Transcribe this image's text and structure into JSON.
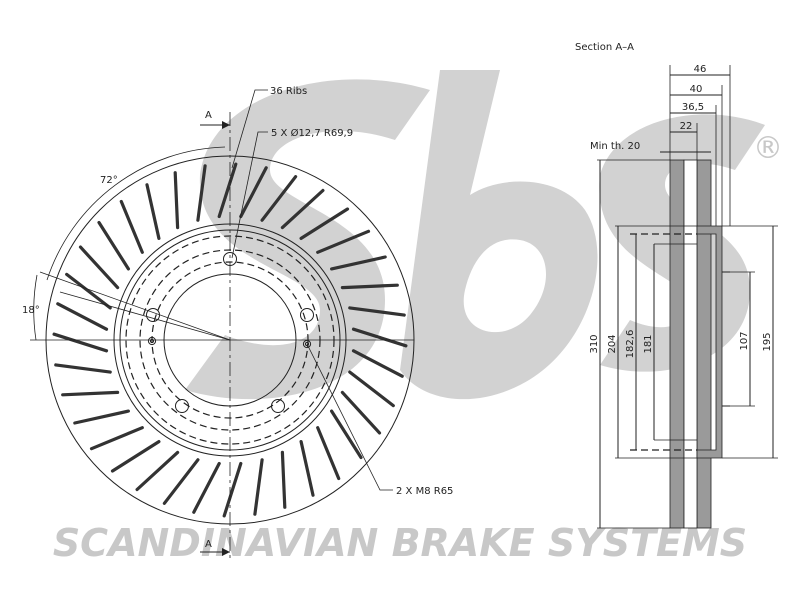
{
  "watermark": {
    "brand_text": "SCANDINAVIAN BRAKE SYSTEMS",
    "registered_mark": "®"
  },
  "front_view": {
    "section_marker_top": "A",
    "section_marker_bottom": "A",
    "ribs_label": "36 Ribs",
    "bolt_holes_label": "5 X Ø12,7    R69,9",
    "angle_72_label": "72°",
    "angle_18_label": "18°",
    "threaded_holes_label": "2 X M8    R65",
    "rib_count": 36
  },
  "section_view": {
    "title": "Section A–A",
    "min_thickness_label": "Min th. 20",
    "dims_top": [
      "46",
      "40",
      "36,5",
      "22"
    ],
    "dims_diameter_left": [
      "310",
      "204",
      "182,6",
      "181"
    ],
    "dims_diameter_right": [
      "107",
      "195"
    ]
  }
}
